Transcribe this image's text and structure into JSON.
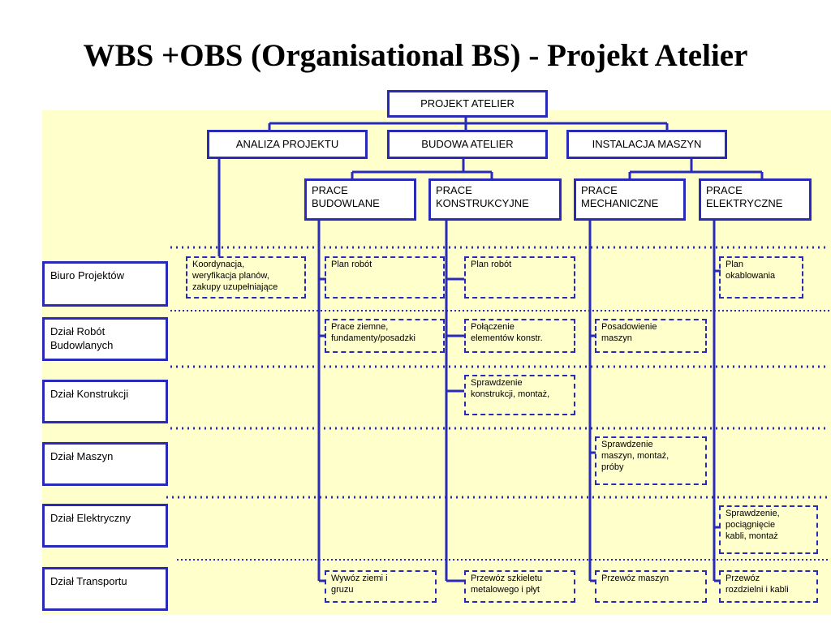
{
  "title": "WBS +OBS (Organisational BS) - Projekt Atelier",
  "wbs": {
    "root": "PROJEKT ATELIER",
    "level1": [
      "ANALIZA PROJEKTU",
      "BUDOWA ATELIER",
      "INSTALACJA MASZYN"
    ],
    "level2": [
      {
        "line1": "PRACE",
        "line2": "BUDOWLANE"
      },
      {
        "line1": "PRACE",
        "line2": "KONSTRUKCYJNE"
      },
      {
        "line1": "PRACE",
        "line2": "MECHANICZNE"
      },
      {
        "line1": "PRACE",
        "line2": "ELEKTRYCZNE"
      }
    ]
  },
  "departments": [
    {
      "line1": "Biuro Projektów",
      "line2": ""
    },
    {
      "line1": "Dział Robót",
      "line2": "Budowlanych"
    },
    {
      "line1": "Dział Konstrukcji",
      "line2": ""
    },
    {
      "line1": "Dział Maszyn",
      "line2": ""
    },
    {
      "line1": "Dział Elektryczny",
      "line2": ""
    },
    {
      "line1": "Dział Transportu",
      "line2": ""
    }
  ],
  "tasks": {
    "analiza_biuro": {
      "line1": "Koordynacja,",
      "line2": "weryfikacja planów,",
      "line3": "zakupy uzupełniające"
    },
    "budowlane_biuro": {
      "line1": "Plan robót"
    },
    "konstr_biuro": {
      "line1": "Plan robót"
    },
    "elektr_biuro": {
      "line1": "Plan",
      "line2": "okablowania"
    },
    "budowlane_roboty": {
      "line1": "Prace ziemne,",
      "line2": "fundamenty/posadzki"
    },
    "konstr_roboty": {
      "line1": "Połączenie",
      "line2": "elementów konstr."
    },
    "mech_roboty": {
      "line1": "Posadowienie",
      "line2": "maszyn"
    },
    "konstr_konstrukcji": {
      "line1": "Sprawdzenie",
      "line2": "konstrukcji, montaż,"
    },
    "mech_maszyn": {
      "line1": "Sprawdzenie",
      "line2": "maszyn, montaż,",
      "line3": "próby"
    },
    "elektr_elektryczny": {
      "line1": "Sprawdzenie,",
      "line2": "pociągnięcie",
      "line3": "kabli, montaż"
    },
    "budowlane_transport": {
      "line1": "Wywóz ziemi i",
      "line2": "gruzu"
    },
    "konstr_transport": {
      "line1": "Przewóz szkieletu",
      "line2": "metalowego i płyt"
    },
    "mech_transport": {
      "line1": "Przewóz maszyn"
    },
    "elektr_transport": {
      "line1": "Przewóz",
      "line2": "rozdzielni i kabli"
    }
  },
  "colors": {
    "line": "#2a2ab8",
    "background": "#ffffcc"
  }
}
